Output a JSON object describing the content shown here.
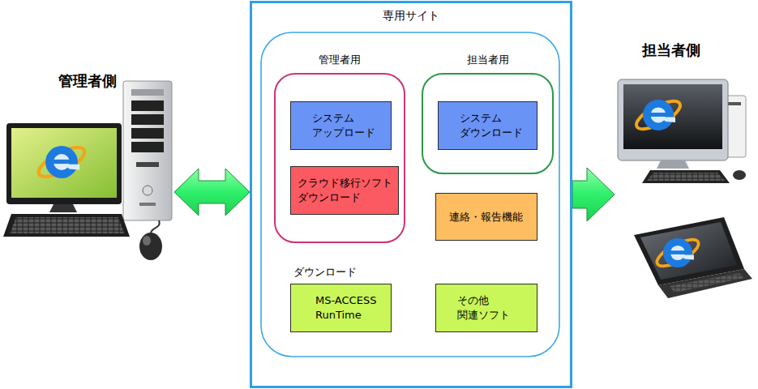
{
  "diagram": {
    "nodes": [
      {
        "text": [
          "管理者側"
        ]
      },
      {
        "text": [
          "専用サイト"
        ]
      },
      {
        "text": [
          "管理者用"
        ],
        "in": 1
      },
      {
        "text": [
          "システム アップロード"
        ],
        "in": 2
      },
      {
        "text": [
          "クラウド移行ソフト ダウンロード"
        ],
        "in": 2
      },
      {
        "text": [
          "担当者用"
        ],
        "in": 1
      },
      {
        "text": [
          "システム ダウンロード"
        ],
        "in": 5
      },
      {
        "text": [
          "連絡・報告機能"
        ],
        "in": 1
      },
      {
        "text": [
          "MS-ACCESS RunTime"
        ],
        "in": 1
      },
      {
        "text": [
          "その他 関連ソフト"
        ],
        "in": 1
      },
      {
        "text": [
          "担当者側"
        ]
      }
    ],
    "edges": [
      {
        "from": 0,
        "to": 1,
        "arrow": "both"
      },
      {
        "from": 1,
        "to": 10,
        "arrow": "to"
      }
    ],
    "labels": [
      "ダウンロード"
    ]
  }
}
